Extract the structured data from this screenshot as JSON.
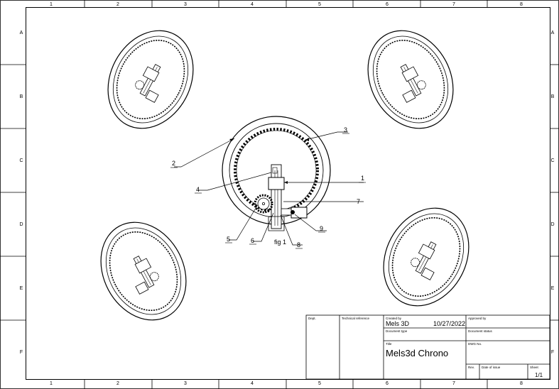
{
  "border": {
    "columns": [
      "1",
      "2",
      "3",
      "4",
      "5",
      "6",
      "7",
      "8"
    ],
    "rows": [
      "A",
      "B",
      "C",
      "D",
      "E",
      "F"
    ]
  },
  "callouts": [
    "1",
    "2",
    "3",
    "4",
    "5",
    "6",
    "7",
    "8",
    "9"
  ],
  "figure_caption": "fig 1",
  "title_block": {
    "dept_label": "Dept.",
    "technical_reference_label": "Technical reference",
    "created_by_label": "Created by",
    "created_by": "Mels 3D",
    "created_date": "10/27/2022",
    "approved_by_label": "Approved by",
    "document_type_label": "Document type",
    "document_status_label": "Document status",
    "title_label": "Title",
    "title": "Mels3d Chrono",
    "dwg_no_label": "DWG No.",
    "rev_label": "Rev.",
    "date_of_issue_label": "Date of issue",
    "sheet_label": "Sheet",
    "sheet": "1/1"
  }
}
